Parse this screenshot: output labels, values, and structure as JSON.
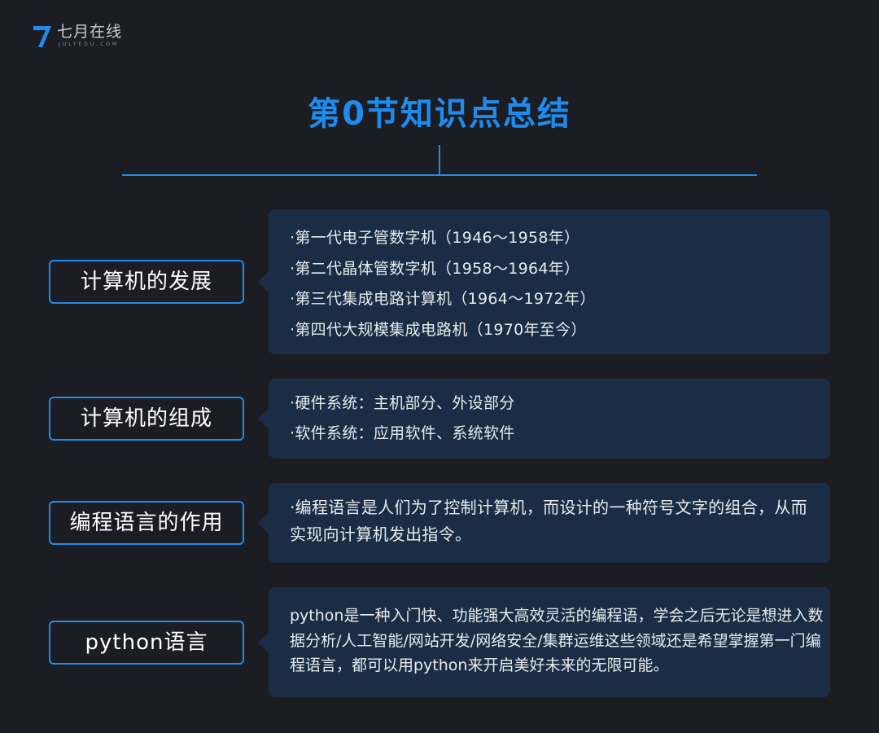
{
  "brand": {
    "name": "七月在线",
    "sub": "JULYEDU.COM",
    "logo_icon": "seven-logo-icon",
    "color": "#1d8cf0"
  },
  "title": "第0节知识点总结",
  "sections": [
    {
      "label": "计算机的发展",
      "items": [
        "·第一代电子管数字机（1946～1958年）",
        "·第二代晶体管数字机（1958～1964年）",
        "·第三代集成电路计算机（1964～1972年）",
        "·第四代大规模集成电路机（1970年至今）"
      ]
    },
    {
      "label": "计算机的组成",
      "items": [
        "·硬件系统：主机部分、外设部分",
        "·软件系统：应用软件、系统软件"
      ]
    },
    {
      "label": "编程语言的作用",
      "text": "·编程语言是人们为了控制计算机，而设计的一种符号文字的组合，从而实现向计算机发出指令。"
    },
    {
      "label": "python语言",
      "text": "python是一种入门快、功能强大高效灵活的编程语，学会之后无论是想进入数据分析/人工智能/网站开发/网络安全/集群运维这些领域还是希望掌握第一门编程语言，都可以用python来开启美好未来的无限可能。"
    }
  ],
  "colors": {
    "background": "#1c1d23",
    "accent": "#1d8cf0",
    "card": "#1a2d44",
    "text": "#e8ebf0"
  }
}
